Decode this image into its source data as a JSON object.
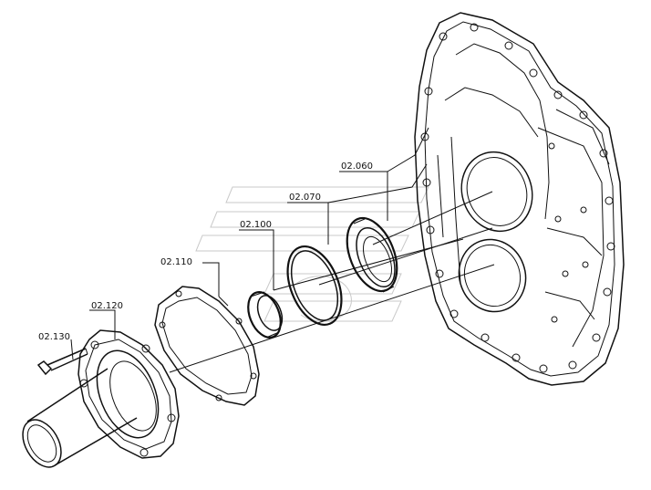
{
  "labels": {
    "p02060": "02.060",
    "p02070": "02.070",
    "p02100": "02.100",
    "p02110": "02.110",
    "p02120": "02.120",
    "p02130": "02.130"
  },
  "colors": {
    "line": "#111111",
    "watermark": "#c9c9c9",
    "background": "#ffffff"
  }
}
